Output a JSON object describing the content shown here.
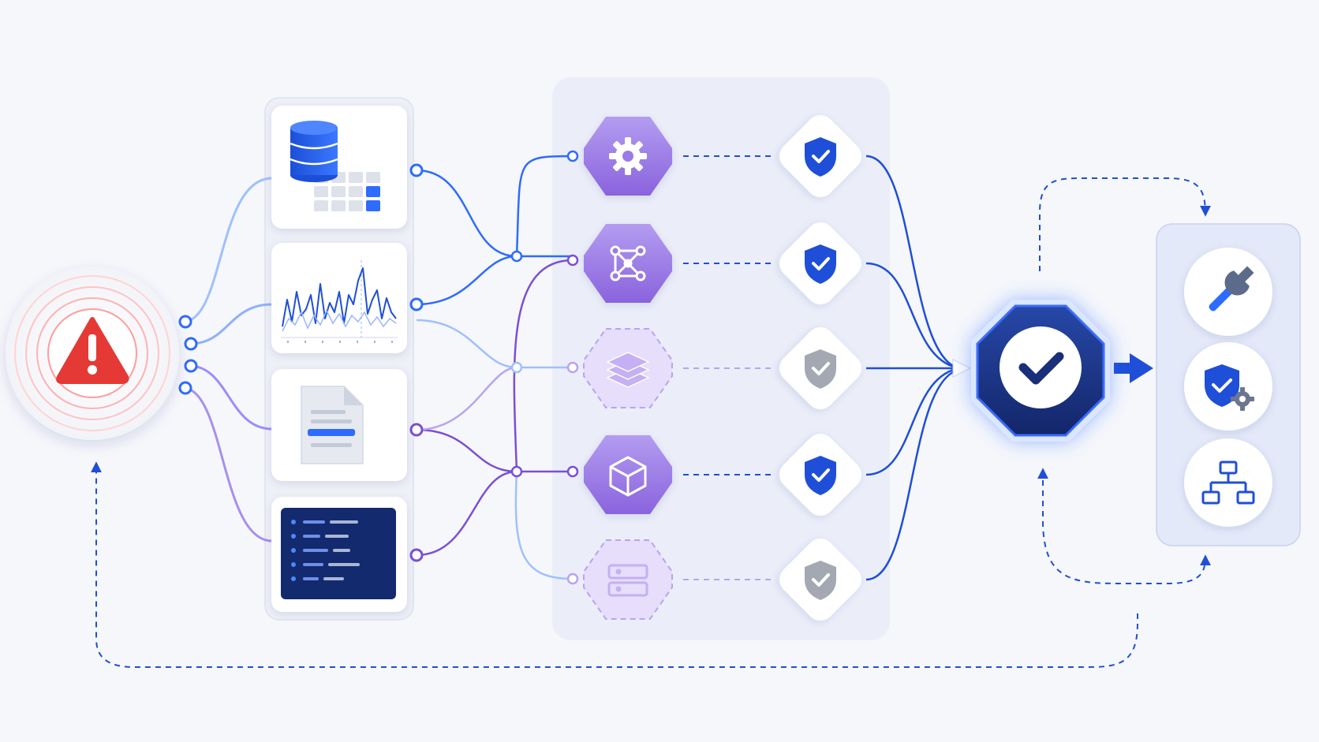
{
  "diagram": {
    "alert_node": {
      "icon": "warning-triangle-icon",
      "state": "alert"
    },
    "sources": [
      {
        "id": "database-table",
        "icon": "database-table-icon"
      },
      {
        "id": "time-series",
        "icon": "line-chart-icon"
      },
      {
        "id": "document",
        "icon": "document-icon"
      },
      {
        "id": "code-logs",
        "icon": "code-editor-icon"
      }
    ],
    "processors": [
      {
        "id": "settings",
        "icon": "gear-icon",
        "active": true
      },
      {
        "id": "graph",
        "icon": "network-graph-icon",
        "active": true
      },
      {
        "id": "layers",
        "icon": "layers-icon",
        "active": false
      },
      {
        "id": "package",
        "icon": "cube-icon",
        "active": true
      },
      {
        "id": "storage",
        "icon": "server-icon",
        "active": false
      }
    ],
    "checks": [
      {
        "icon": "shield-check-icon",
        "status": "verified"
      },
      {
        "icon": "shield-check-icon",
        "status": "verified"
      },
      {
        "icon": "shield-check-icon",
        "status": "inactive"
      },
      {
        "icon": "shield-check-icon",
        "status": "verified"
      },
      {
        "icon": "shield-check-icon",
        "status": "inactive"
      }
    ],
    "validator": {
      "icon": "check-circle-icon"
    },
    "actions": [
      {
        "id": "repair",
        "icon": "wrench-icon"
      },
      {
        "id": "policy",
        "icon": "shield-gear-icon"
      },
      {
        "id": "hierarchy",
        "icon": "hierarchy-icon"
      }
    ],
    "colors": {
      "blue": "#1f4fd8",
      "blue_light": "#2e6bff",
      "navy": "#1a2f7a",
      "purple": "#7b4fd6",
      "purple_fill": "#9a7be6",
      "red": "#e53935",
      "gray": "#9aa0aa"
    }
  }
}
